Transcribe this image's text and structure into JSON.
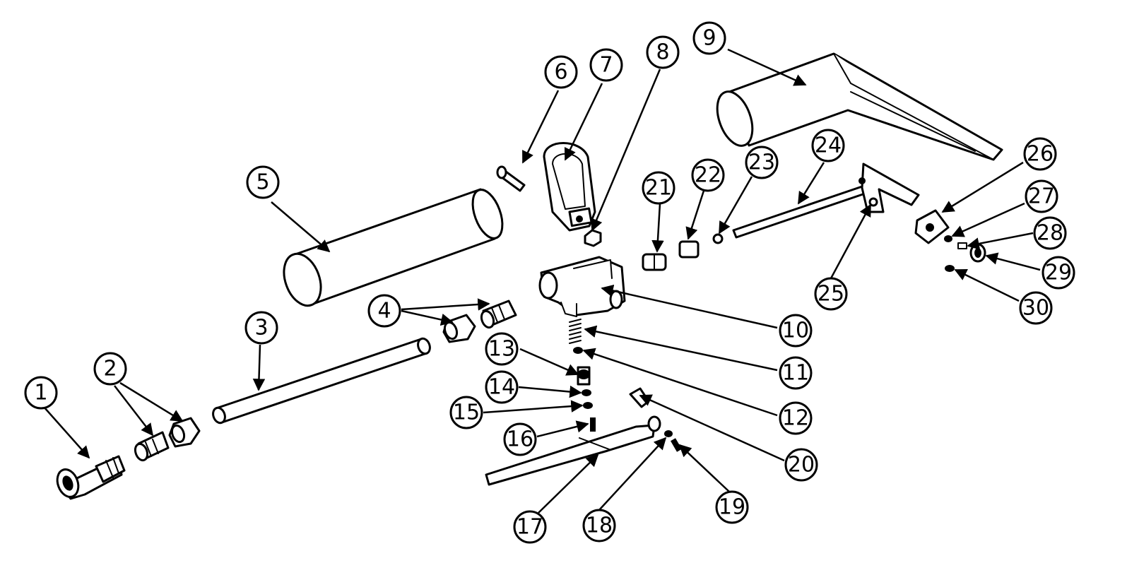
{
  "callouts": [
    {
      "id": "1",
      "label": "1"
    },
    {
      "id": "2",
      "label": "2"
    },
    {
      "id": "3",
      "label": "3"
    },
    {
      "id": "4",
      "label": "4"
    },
    {
      "id": "5",
      "label": "5"
    },
    {
      "id": "6",
      "label": "6"
    },
    {
      "id": "7",
      "label": "7"
    },
    {
      "id": "8",
      "label": "8"
    },
    {
      "id": "9",
      "label": "9"
    },
    {
      "id": "10",
      "label": "10"
    },
    {
      "id": "11",
      "label": "11"
    },
    {
      "id": "12",
      "label": "12"
    },
    {
      "id": "13",
      "label": "13"
    },
    {
      "id": "14",
      "label": "14"
    },
    {
      "id": "15",
      "label": "15"
    },
    {
      "id": "16",
      "label": "16"
    },
    {
      "id": "17",
      "label": "17"
    },
    {
      "id": "18",
      "label": "18"
    },
    {
      "id": "19",
      "label": "19"
    },
    {
      "id": "20",
      "label": "20"
    },
    {
      "id": "21",
      "label": "21"
    },
    {
      "id": "22",
      "label": "22"
    },
    {
      "id": "23",
      "label": "23"
    },
    {
      "id": "24",
      "label": "24"
    },
    {
      "id": "25",
      "label": "25"
    },
    {
      "id": "26",
      "label": "26"
    },
    {
      "id": "27",
      "label": "27"
    },
    {
      "id": "28",
      "label": "28"
    },
    {
      "id": "29",
      "label": "29"
    },
    {
      "id": "30",
      "label": "30"
    }
  ],
  "colors": {
    "line": "#000000",
    "background": "#ffffff"
  }
}
